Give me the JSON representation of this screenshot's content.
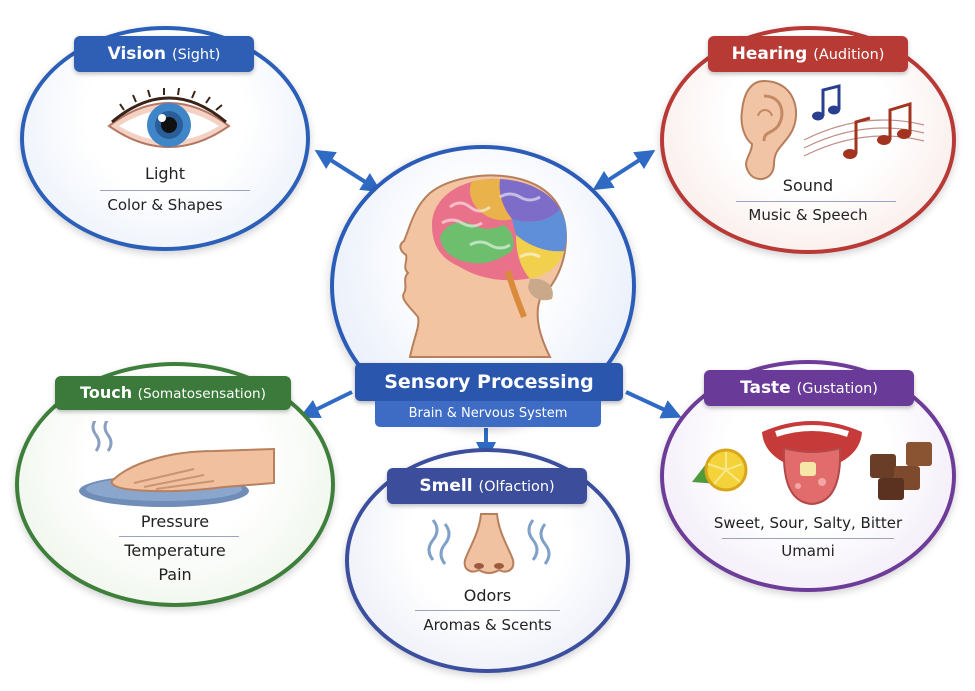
{
  "center": {
    "title": "Sensory Processing",
    "subtitle": "Brain & Nervous System"
  },
  "senses": {
    "vision": {
      "name": "Vision",
      "qualifier": "(Sight)",
      "line1": "Light",
      "line2": "Color & Shapes",
      "color": "#2f5fb5"
    },
    "hearing": {
      "name": "Hearing",
      "qualifier": "(Audition)",
      "line1": "Sound",
      "line2": "Music & Speech",
      "color": "#b73a35"
    },
    "touch": {
      "name": "Touch",
      "qualifier": "(Somatosensation)",
      "line1": "Pressure",
      "line2": "Temperature",
      "line3": "Pain",
      "color": "#3b7a3a"
    },
    "taste": {
      "name": "Taste",
      "qualifier": "(Gustation)",
      "line1": "Sweet, Sour,  Salty, Bitter",
      "line2": "Umami",
      "color": "#6a3a98"
    },
    "smell": {
      "name": "Smell",
      "qualifier": "(Olfaction)",
      "line1": "Odors",
      "line2": "Aromas & Scents",
      "color": "#3c4d9c"
    }
  },
  "connector_color": "#2f6bc4"
}
